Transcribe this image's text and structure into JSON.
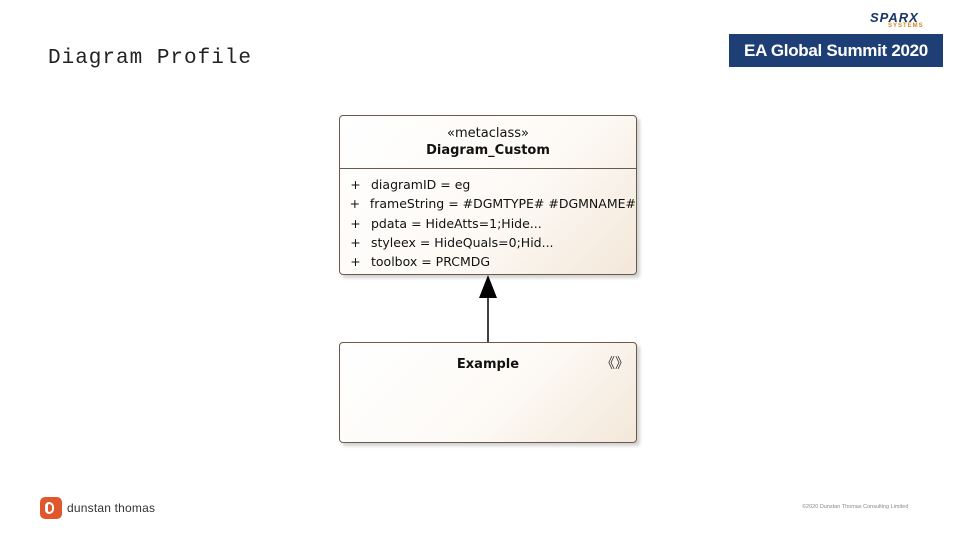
{
  "slide": {
    "title": "Diagram Profile"
  },
  "header": {
    "sparx_logo_text": "SPARX",
    "sparx_logo_sub": "SYSTEMS",
    "summit_banner": "EA Global Summit 2020"
  },
  "metaclass": {
    "stereotype": "«metaclass»",
    "name": "Diagram_Custom",
    "attributes": [
      {
        "visibility": "+",
        "text": "diagramID = eg"
      },
      {
        "visibility": "+",
        "text": "frameString = #DGMTYPE# #DGMNAME#"
      },
      {
        "visibility": "+",
        "text": "pdata = HideAtts=1;Hide..."
      },
      {
        "visibility": "+",
        "text": "styleex = HideQuals=0;Hid..."
      },
      {
        "visibility": "+",
        "text": "toolbox = PRCMDG"
      }
    ]
  },
  "example_class": {
    "name": "Example",
    "stereotype_marker": "《》"
  },
  "footer": {
    "company": "dunstan thomas",
    "copyright": "©2020 Dunstan Thomas Consulting Limited"
  },
  "colors": {
    "banner": "#1e3f75",
    "logo_accent": "#e1572d"
  }
}
